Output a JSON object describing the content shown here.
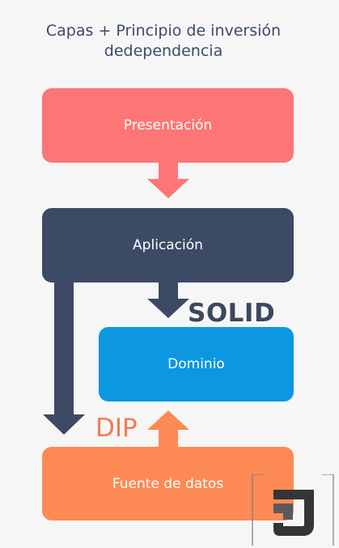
{
  "title": {
    "line1": "Capas + Principio de inversión",
    "line2": "dedependencia"
  },
  "layers": {
    "presentation": "Presentación",
    "application": "Aplicación",
    "domain": "Dominio",
    "data_source": "Fuente de datos"
  },
  "labels": {
    "solid": "SOLID",
    "dip": "DIP"
  },
  "colors": {
    "presentation": "#fc7676",
    "application": "#3c4a66",
    "domain": "#0d96e2",
    "data_source": "#fd8a55",
    "title_text": "#3d4a68"
  },
  "icons": {
    "logo": "j-monogram-logo"
  }
}
